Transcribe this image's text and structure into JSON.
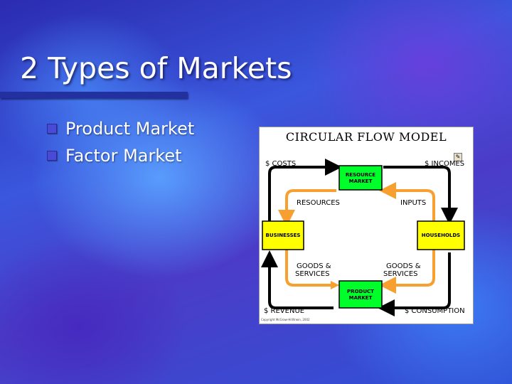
{
  "slide": {
    "title": "2 Types of Markets",
    "bullets": [
      {
        "label": "Product Market"
      },
      {
        "label": "Factor Market"
      }
    ]
  },
  "diagram": {
    "title": "CIRCULAR FLOW MODEL",
    "labels": {
      "costs": "$ COSTS",
      "incomes": "$ INCOMES",
      "revenue": "$ REVENUE",
      "consumption": "$ CONSUMPTION",
      "resources": "RESOURCES",
      "inputs": "INPUTS",
      "goods_left_1": "GOODS &",
      "goods_left_2": "SERVICES",
      "goods_right_1": "GOODS &",
      "goods_right_2": "SERVICES"
    },
    "boxes": {
      "resource_market_1": "RESOURCE",
      "resource_market_2": "MARKET",
      "product_market_1": "PRODUCT",
      "product_market_2": "MARKET",
      "businesses": "BUSINESSES",
      "households": "HOUSEHOLDS"
    },
    "copyright": "Copyright McGraw-Hill/Irwin, 2002",
    "colors": {
      "box_fill": "#00ff2a",
      "side_box_fill": "#ffff00",
      "inner_flow": "#f7a030",
      "outer_flow": "#000000"
    }
  }
}
